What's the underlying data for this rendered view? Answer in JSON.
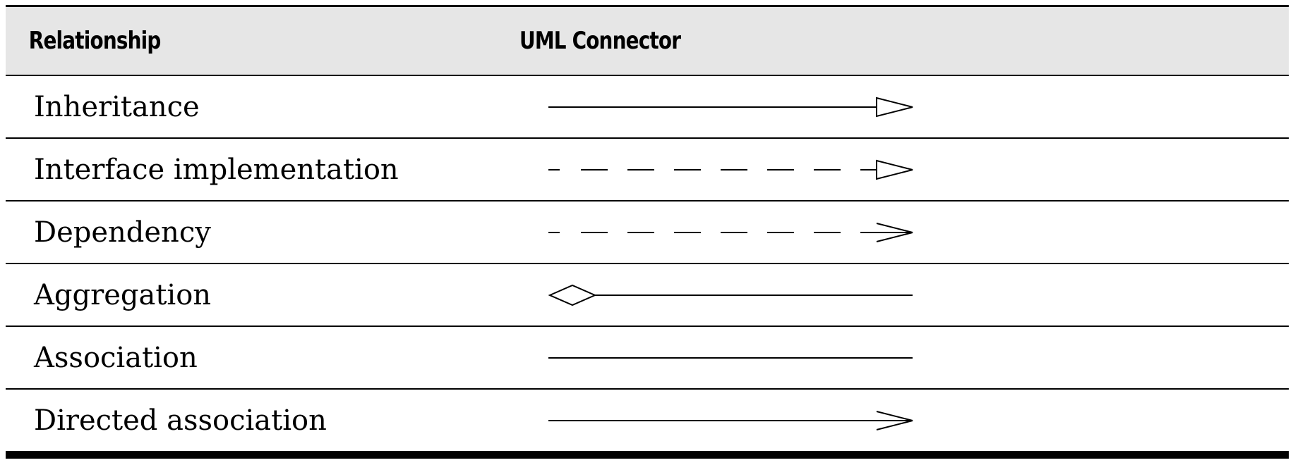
{
  "table": {
    "headers": {
      "relationship": "Relationship",
      "connector": "UML Connector"
    },
    "rows": [
      {
        "label": "Inheritance",
        "connector": "solid-line-hollow-triangle"
      },
      {
        "label": "Interface implementation",
        "connector": "dashed-line-hollow-triangle"
      },
      {
        "label": "Dependency",
        "connector": "dashed-line-open-arrow"
      },
      {
        "label": "Aggregation",
        "connector": "solid-line-hollow-diamond"
      },
      {
        "label": "Association",
        "connector": "solid-line"
      },
      {
        "label": "Directed association",
        "connector": "solid-line-open-arrow"
      }
    ]
  },
  "colors": {
    "header_background": "#e6e6e6",
    "rule": "#000000"
  }
}
